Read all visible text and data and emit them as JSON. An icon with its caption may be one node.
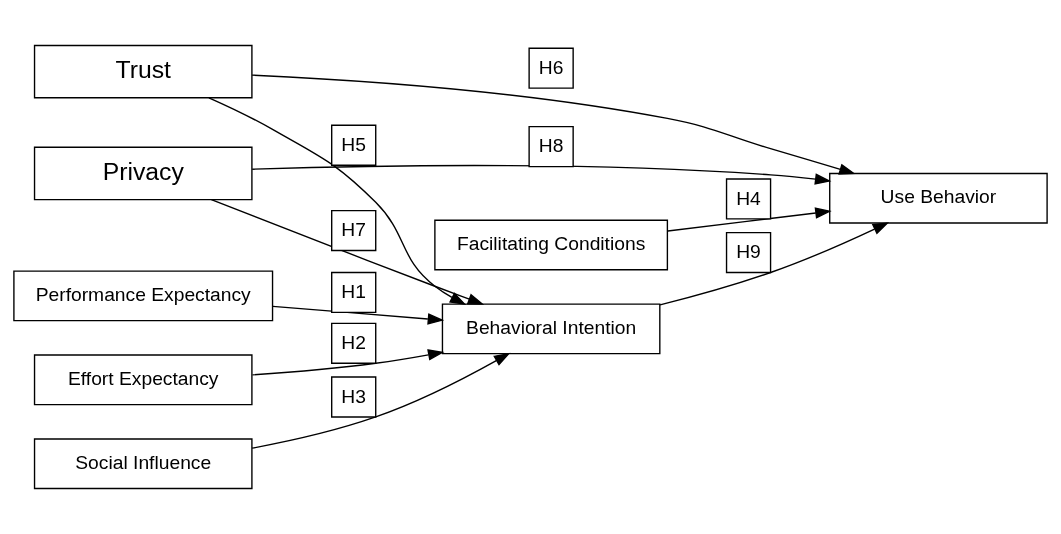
{
  "diagram": {
    "nodes": [
      {
        "text": [
          "Trust"
        ]
      },
      {
        "text": [
          "Privacy"
        ]
      },
      {
        "text": [
          "Performance Expectancy"
        ]
      },
      {
        "text": [
          "Effort Expectancy"
        ]
      },
      {
        "text": [
          "Social Influence"
        ]
      },
      {
        "text": [
          "Facilitating Conditions"
        ]
      },
      {
        "text": [
          "Behavioral Intention"
        ]
      },
      {
        "text": [
          "Use Behavior"
        ]
      }
    ],
    "edges": [
      {
        "from": 2,
        "to": 6,
        "arrow": "to",
        "label": "H1"
      },
      {
        "from": 3,
        "to": 6,
        "arrow": "to",
        "label": "H2"
      },
      {
        "from": 4,
        "to": 6,
        "arrow": "to",
        "label": "H3"
      },
      {
        "from": 5,
        "to": 7,
        "arrow": "to",
        "label": "H4"
      },
      {
        "from": 0,
        "to": 6,
        "arrow": "to",
        "label": "H5"
      },
      {
        "from": 0,
        "to": 7,
        "arrow": "to",
        "label": "H6"
      },
      {
        "from": 1,
        "to": 6,
        "arrow": "to",
        "label": "H7"
      },
      {
        "from": 1,
        "to": 7,
        "arrow": "to",
        "label": "H8"
      },
      {
        "from": 6,
        "to": 7,
        "arrow": "to",
        "label": "H9"
      }
    ]
  }
}
